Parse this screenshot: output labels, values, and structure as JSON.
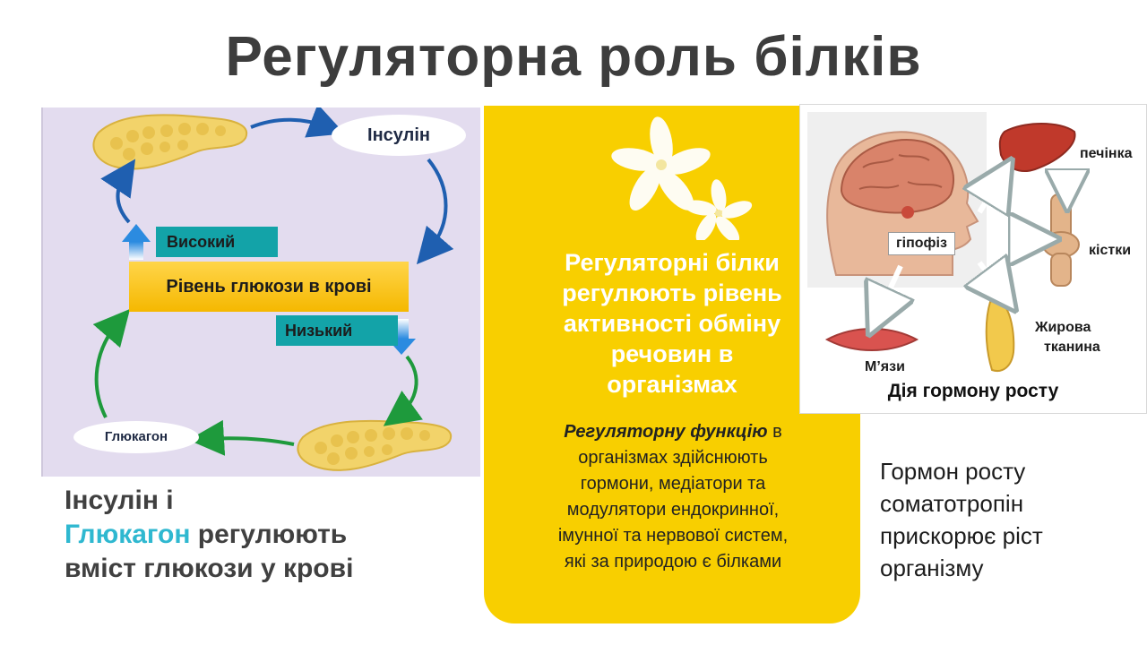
{
  "title": "Регуляторна роль білків",
  "cycle": {
    "insulin": "Інсулін",
    "glucose_level": "Рівень глюкози в крові",
    "high": "Високий",
    "low": "Низький",
    "glucagon": "Глюкагон"
  },
  "caption_left": {
    "line1": "Інсулін і",
    "highlight": "Глюкагон",
    "line2_rest": " регулюють",
    "line3": "вміст глюкози у крові"
  },
  "card": {
    "heading_lines": [
      "Регуляторні білки",
      "регулюють рівень",
      "активності обміну",
      "речовин в",
      "організмах"
    ],
    "body_italic": "Регуляторну функцію",
    "body_lines": [
      " в",
      "організмах здійснюють",
      "гормони, медіатори та",
      "модулятори ендокринної,",
      "імунної та нервової систем,",
      "які за природою є білками"
    ]
  },
  "hormone": {
    "pituitary": "гіпофіз",
    "liver": "печінка",
    "bones": "кістки",
    "fat_line1": "Жирова",
    "fat_line2": "тканина",
    "muscles": "М’язи",
    "caption": "Дія гормону росту"
  },
  "caption_right": {
    "lines": [
      "Гормон росту",
      "соматотропін",
      "прискорює ріст",
      "організму"
    ]
  },
  "colors": {
    "teal": "#13a3a8",
    "yellow_card": "#f8cf00",
    "glucagon_highlight": "#2fb8d0",
    "arrow_blue": "#1f5fb0",
    "arrow_green": "#1e9a3c"
  }
}
